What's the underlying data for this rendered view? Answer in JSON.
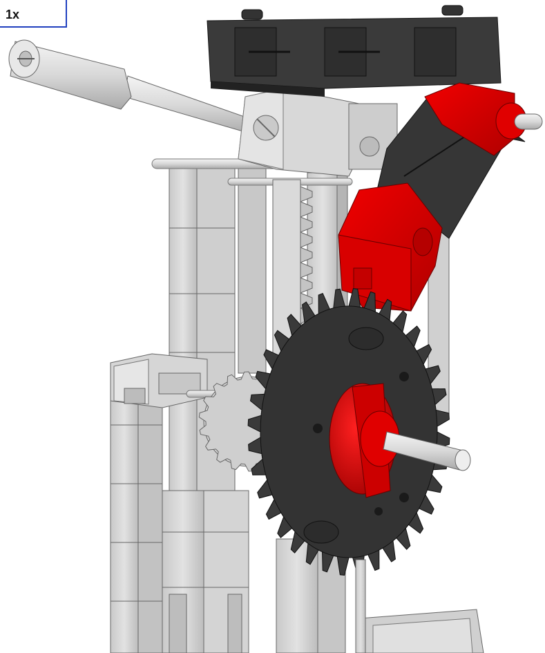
{
  "step": {
    "quantity_label": "1x"
  },
  "colors": {
    "light_block": "#d8d8d8",
    "light_block_shade": "#b9b9b9",
    "light_block_edge": "#6a6a6a",
    "dark_part": "#3a3a3a",
    "dark_part_shade": "#262626",
    "red_part": "#e00000",
    "red_part_shade": "#a80000",
    "axle": "#e6e6e6",
    "axle_shade": "#c4c4c4",
    "callout_border": "#1f3fbf"
  },
  "parts": [
    {
      "name": "lever-rod",
      "color": "light"
    },
    {
      "name": "top-dark-plate",
      "color": "dark"
    },
    {
      "name": "red-hinge-assembly",
      "color": "red"
    },
    {
      "name": "large-gear-wheel",
      "color": "dark"
    },
    {
      "name": "red-hub",
      "color": "red"
    },
    {
      "name": "gear-rack",
      "color": "light"
    },
    {
      "name": "frame-columns",
      "color": "light"
    },
    {
      "name": "small-gear",
      "color": "light"
    }
  ]
}
